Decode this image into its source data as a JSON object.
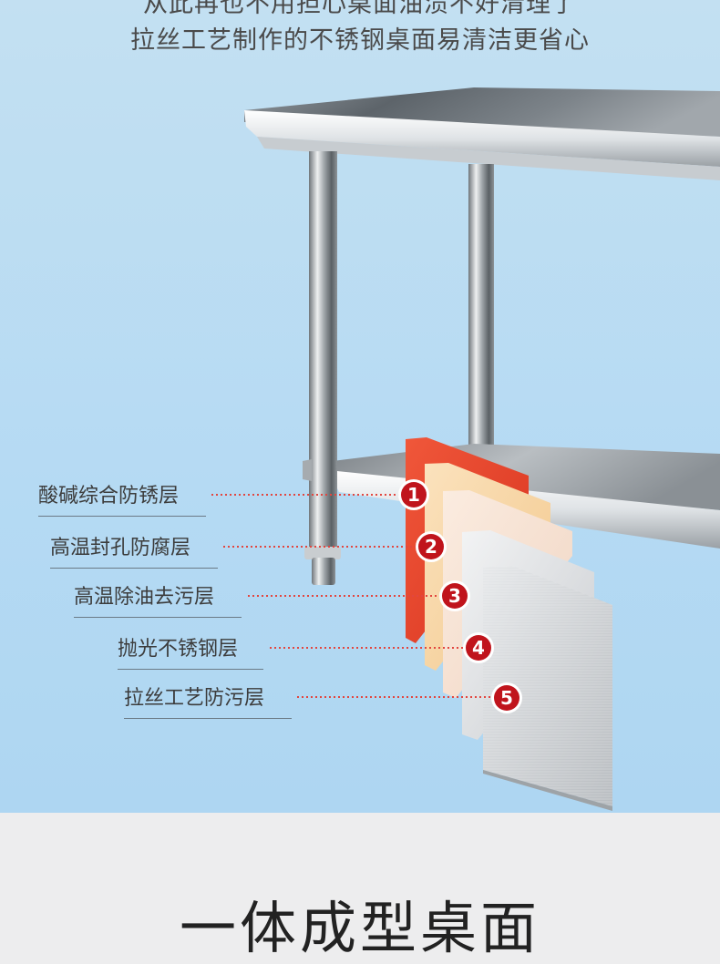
{
  "header": {
    "line1": "从此再也不用担心桌面油渍不好清理了",
    "line2": "拉丝工艺制作的不锈钢桌面易清洁更省心"
  },
  "layers": [
    {
      "number": "1",
      "label": "酸碱综合防锈层"
    },
    {
      "number": "2",
      "label": "高温封孔防腐层"
    },
    {
      "number": "3",
      "label": "高温除油去污层"
    },
    {
      "number": "4",
      "label": "抛光不锈钢层"
    },
    {
      "number": "5",
      "label": "拉丝工艺防污层"
    }
  ],
  "section": {
    "title": "一体成型桌面"
  },
  "colors": {
    "background_blue": "#b5daf3",
    "badge_red": "#c0141c",
    "leader_line_red": "#e2463f",
    "footer_grey": "#ededee"
  }
}
